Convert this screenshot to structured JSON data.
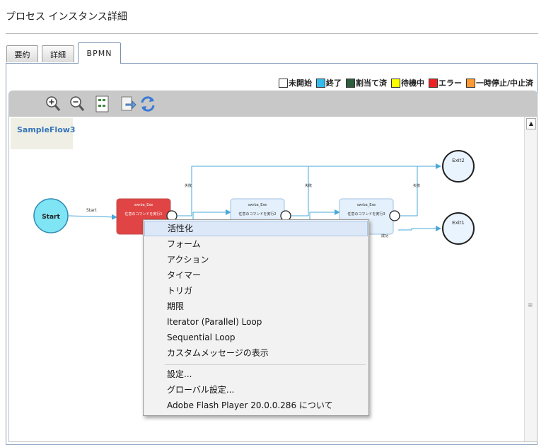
{
  "page": {
    "title": "プロセス インスタンス詳細"
  },
  "tabs": [
    {
      "label": "要約",
      "active": false
    },
    {
      "label": "詳細",
      "active": false
    },
    {
      "label": "BPMN",
      "active": true
    }
  ],
  "legend": [
    {
      "label": "未開始",
      "color": "#ffffff"
    },
    {
      "label": "終了",
      "color": "#33bbee"
    },
    {
      "label": "割当て済",
      "color": "#2e5e3e"
    },
    {
      "label": "待機中",
      "color": "#ffff00"
    },
    {
      "label": "エラー",
      "color": "#ee2222"
    },
    {
      "label": "一時停止/中止済",
      "color": "#ff9933"
    }
  ],
  "toolbar": {
    "icons": [
      "zoom-in-icon",
      "zoom-out-icon",
      "fit-page-icon",
      "export-icon",
      "refresh-icon"
    ]
  },
  "flow": {
    "name": "SampleFlow3",
    "nodes": {
      "start": "Start",
      "exit1": "Exit1",
      "exit2": "Exit2",
      "task1": {
        "title": "swrba_Exe",
        "subtitle": "任意のコマンドを実行1",
        "state_color": "#e04444"
      },
      "task2": {
        "title": "swrba_Exe",
        "subtitle": "任意のコマンドを実行2",
        "state_color": "#e4f0fb"
      },
      "task3": {
        "title": "swrba_Exe",
        "subtitle": "任意のコマンドを実行3",
        "state_color": "#e4f0fb"
      }
    },
    "edge_labels": {
      "start": "Start",
      "fail1": "失敗",
      "fail2": "失敗",
      "fail3": "失敗",
      "success3": "成功"
    }
  },
  "context_menu": {
    "items": [
      "活性化",
      "フォーム",
      "アクション",
      "タイマー",
      "トリガ",
      "期限",
      "Iterator (Parallel) Loop",
      "Sequential Loop",
      "カスタムメッセージの表示"
    ],
    "settings": [
      "設定...",
      "グローバル設定...",
      "Adobe Flash Player 20.0.0.286  について"
    ]
  }
}
